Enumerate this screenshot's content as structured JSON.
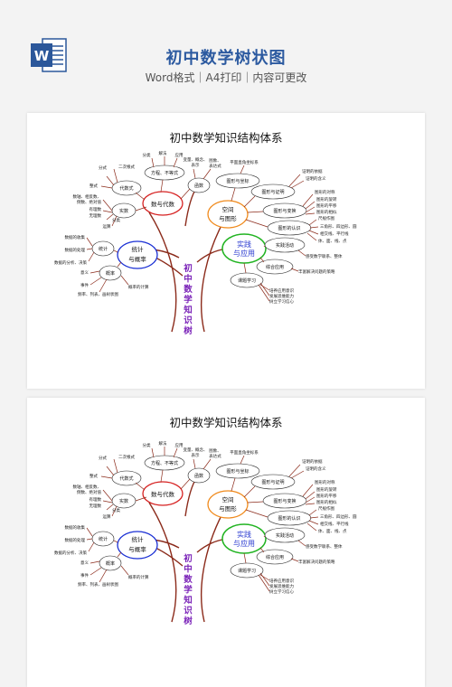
{
  "header": {
    "icon": "word-document-icon",
    "icon_letter": "W",
    "title": "初中数学树状图",
    "subtitle": "Word格式｜A4打印｜内容可更改",
    "accent": "#2c5aa0"
  },
  "document": {
    "title": "初中数学知识结构体系",
    "trunk_text": "初中数学知识树",
    "colors": {
      "branch": "#8b2a1a",
      "algebra": "#d62020",
      "geometry": "#f08a1c",
      "practice": "#22b422",
      "stats": "#1a2fd4",
      "trunk_text": "#7a22b8",
      "practice_text": "#2a3ad0"
    },
    "nodes": {
      "algebra": "数与代数",
      "number": "代数式",
      "real": "实数",
      "equation": "方程、不等式",
      "function": "函数",
      "geometry_1": "空间",
      "geometry_2": "与图形",
      "proof": "图形与坐标",
      "transform": "图形与证明",
      "change": "图形与变换",
      "recognize": "图形的认识",
      "practice_1": "实践",
      "practice_2": "与应用",
      "activity": "实践活动",
      "comprehensive": "综合应用",
      "topic": "课题学习",
      "stats_1": "统计",
      "stats_2": "与概率",
      "stat": "统计",
      "prob": "概率"
    },
    "leaves": {
      "l1": "整式",
      "l2": "分式",
      "l3": "二次根式",
      "l4": "数轴、相反数、",
      "l5": "倒数、绝对值",
      "l6": "有理数",
      "l7": "无理数",
      "l8": "运算",
      "l9": "分类",
      "l10": "分类",
      "l11": "解法",
      "l12": "应用",
      "l13": "变量、概念、",
      "l14": "表示",
      "l15": "图象、",
      "l16": "表达式",
      "l17": "平面直角坐标系",
      "l18": "证明的依据",
      "l19": "证明的含义",
      "l20": "图形的对称",
      "l21": "图形的旋转",
      "l22": "图形的平移",
      "l23": "图形的相似",
      "l24": "尺规作图",
      "l25": "三角形、四边形、圆",
      "l26": "相交线、平行线",
      "l27": "体、面、线、点",
      "l28": "感受数学联系、整体",
      "l29": "丰富解决问题的策略",
      "l30": "培养应用意识",
      "l31": "发展思维能力",
      "l32": "树立学习信心",
      "l33": "数据的收集",
      "l34": "数据的处理",
      "l35": "数据的分析、决策",
      "l36": "意义",
      "l37": "事件",
      "l38": "频率、列表、画树状图",
      "l39": "概率的计算"
    }
  }
}
